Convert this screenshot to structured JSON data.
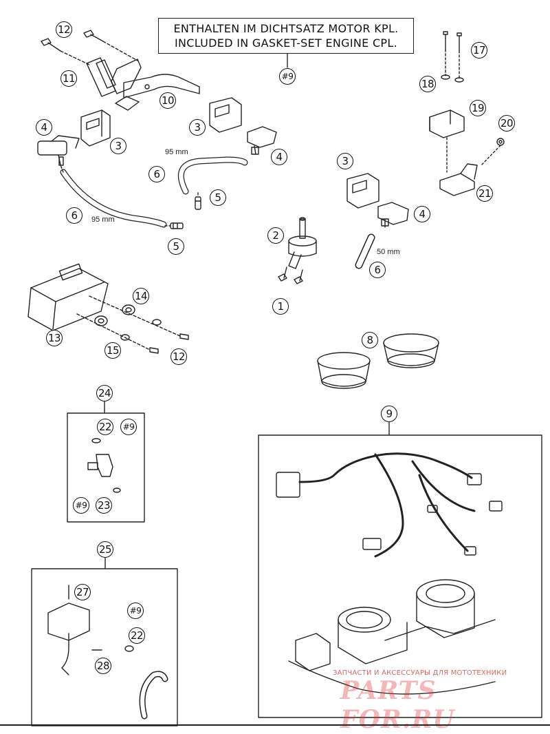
{
  "note": {
    "line1": "ENTHALTEN IM DICHTSATZ MOTOR KPL.",
    "line2": "INCLUDED IN GASKET-SET ENGINE CPL.",
    "ref": "#9"
  },
  "callouts": {
    "c1": "1",
    "c2": "2",
    "c3a": "3",
    "c3b": "3",
    "c3c": "3",
    "c4a": "4",
    "c4b": "4",
    "c4c": "4",
    "c5a": "5",
    "c5b": "5",
    "c6a": "6",
    "c6b": "6",
    "c6c": "6",
    "c8": "8",
    "c9": "9",
    "c10": "10",
    "c11": "11",
    "c12a": "12",
    "c12b": "12",
    "c13": "13",
    "c14": "14",
    "c15": "15",
    "c17": "17",
    "c18": "18",
    "c19": "19",
    "c20": "20",
    "c21": "21",
    "c22a": "22",
    "c22b": "22",
    "c23": "23",
    "c24": "24",
    "c25": "25",
    "c27": "27",
    "c28": "28",
    "r9a": "#9",
    "r9b": "#9",
    "r9c": "#9"
  },
  "dimensions": {
    "hose_top": "95 mm",
    "hose_left": "95 mm",
    "hose_right": "50 mm"
  },
  "watermark": {
    "caption": "ЗАПЧАСТИ И АКСЕССУАРЫ ДЛЯ МОТОТЕХНИКИ",
    "logo": "PARTS FOR.RU"
  }
}
